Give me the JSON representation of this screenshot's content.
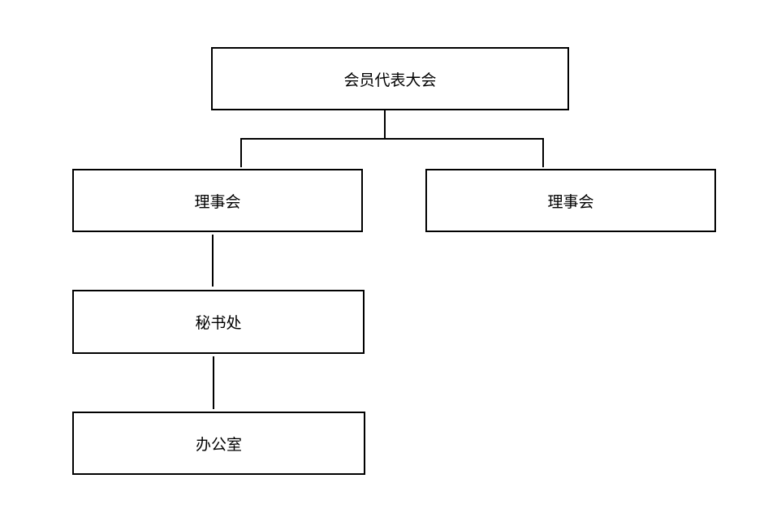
{
  "org_chart": {
    "general_assembly": "会员代表大会",
    "council_left": "理事会",
    "council_right": "理事会",
    "secretariat": "秘书处",
    "office": "办公室"
  },
  "colors": {
    "line": "#000000",
    "background": "#ffffff"
  }
}
